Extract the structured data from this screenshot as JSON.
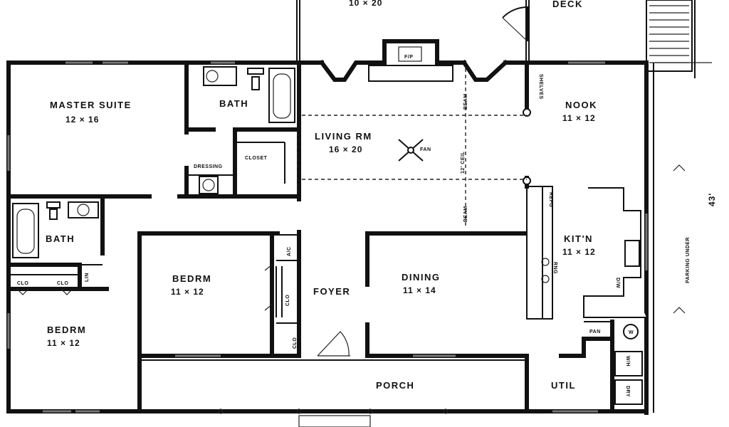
{
  "rooms": {
    "top_room": {
      "dim": "10 × 20"
    },
    "deck": {
      "name": "DECK"
    },
    "fireplace": {
      "name": "F/P"
    },
    "master_suite": {
      "name": "MASTER SUITE",
      "dim": "12 × 16"
    },
    "master_bath": {
      "name": "BATH"
    },
    "closet": {
      "name": "CLOSET"
    },
    "dressing": {
      "name": "DRESSING"
    },
    "living": {
      "name": "LIVING RM",
      "dim": "16 × 20",
      "fan": "FAN",
      "ceiling": "12' CEIL",
      "beam_top": "BEAM",
      "beam_bottom": "BEAM"
    },
    "nook": {
      "name": "NOOK",
      "dim": "11 × 12"
    },
    "shelves": {
      "name": "SHELVES"
    },
    "hall_bath": {
      "name": "BATH"
    },
    "bedroom_1": {
      "name": "BEDRM",
      "dim": "11 × 12"
    },
    "bedroom_2": {
      "name": "BEDRM",
      "dim": "11 × 12"
    },
    "foyer": {
      "name": "FOYER"
    },
    "dining": {
      "name": "DINING",
      "dim": "11 × 14"
    },
    "kitchen": {
      "name": "KIT'N",
      "dim": "11 × 12",
      "refrig": "REFG",
      "range": "RNG",
      "dishwasher": "D/W"
    },
    "porch": {
      "name": "PORCH"
    },
    "utility": {
      "name": "UTIL",
      "washer": "W",
      "dryer": "DRY",
      "water_heater": "W/H"
    },
    "pantry": {
      "name": "PAN"
    },
    "ac": {
      "name": "A/C"
    },
    "linen": {
      "name": "LIN"
    },
    "closets": {
      "clo_bath": "CLO",
      "clo_bed_a": "CLO",
      "clo_bed_b": "CLO"
    }
  },
  "side": {
    "dimension": "43'",
    "parking": "PARKING UNDER"
  }
}
